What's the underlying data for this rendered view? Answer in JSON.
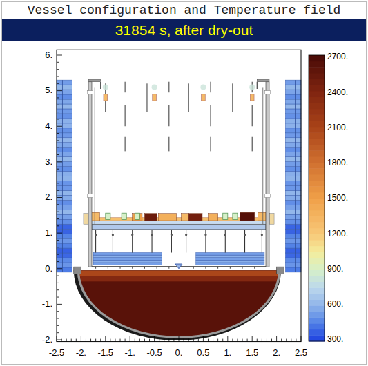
{
  "diagram": {
    "title": "Vessel configuration and Temperature field",
    "nodes": [
      {
        "text": [
          "31854 s, after dry-out"
        ]
      }
    ],
    "labels": [
      "6.",
      "5.",
      "4.",
      "3.",
      "2.",
      "1.",
      "0.",
      "-1.",
      "-2.",
      "-2.5",
      "-2.",
      "-1.5",
      "-1.",
      "-0.5",
      "0.",
      "0.5",
      "1.",
      "1.5",
      "2.",
      "2.5",
      "2700.",
      "2400.",
      "2100.",
      "1800.",
      "1500.",
      "1200.",
      "900.",
      "600.",
      "300."
    ]
  }
}
